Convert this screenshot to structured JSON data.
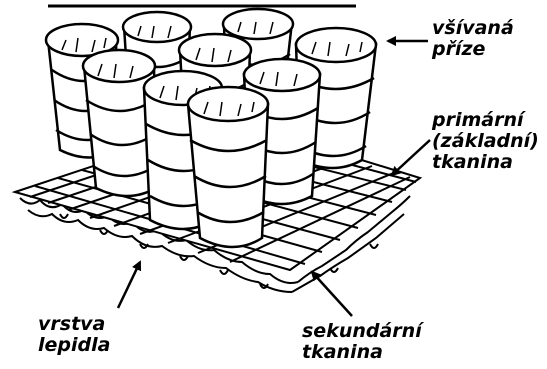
{
  "labels": {
    "tufted_yarn": [
      "všívaná",
      "příze"
    ],
    "primary_backing": [
      "primární",
      "(základní)",
      "tkanina"
    ],
    "adhesive_layer": [
      "vrstva",
      "lepidla"
    ],
    "secondary_backing": [
      "sekundární",
      "tkanina"
    ]
  },
  "colors": {
    "ink": "#000000",
    "paper": "#ffffff"
  },
  "icons": [
    "arrow-icon"
  ]
}
